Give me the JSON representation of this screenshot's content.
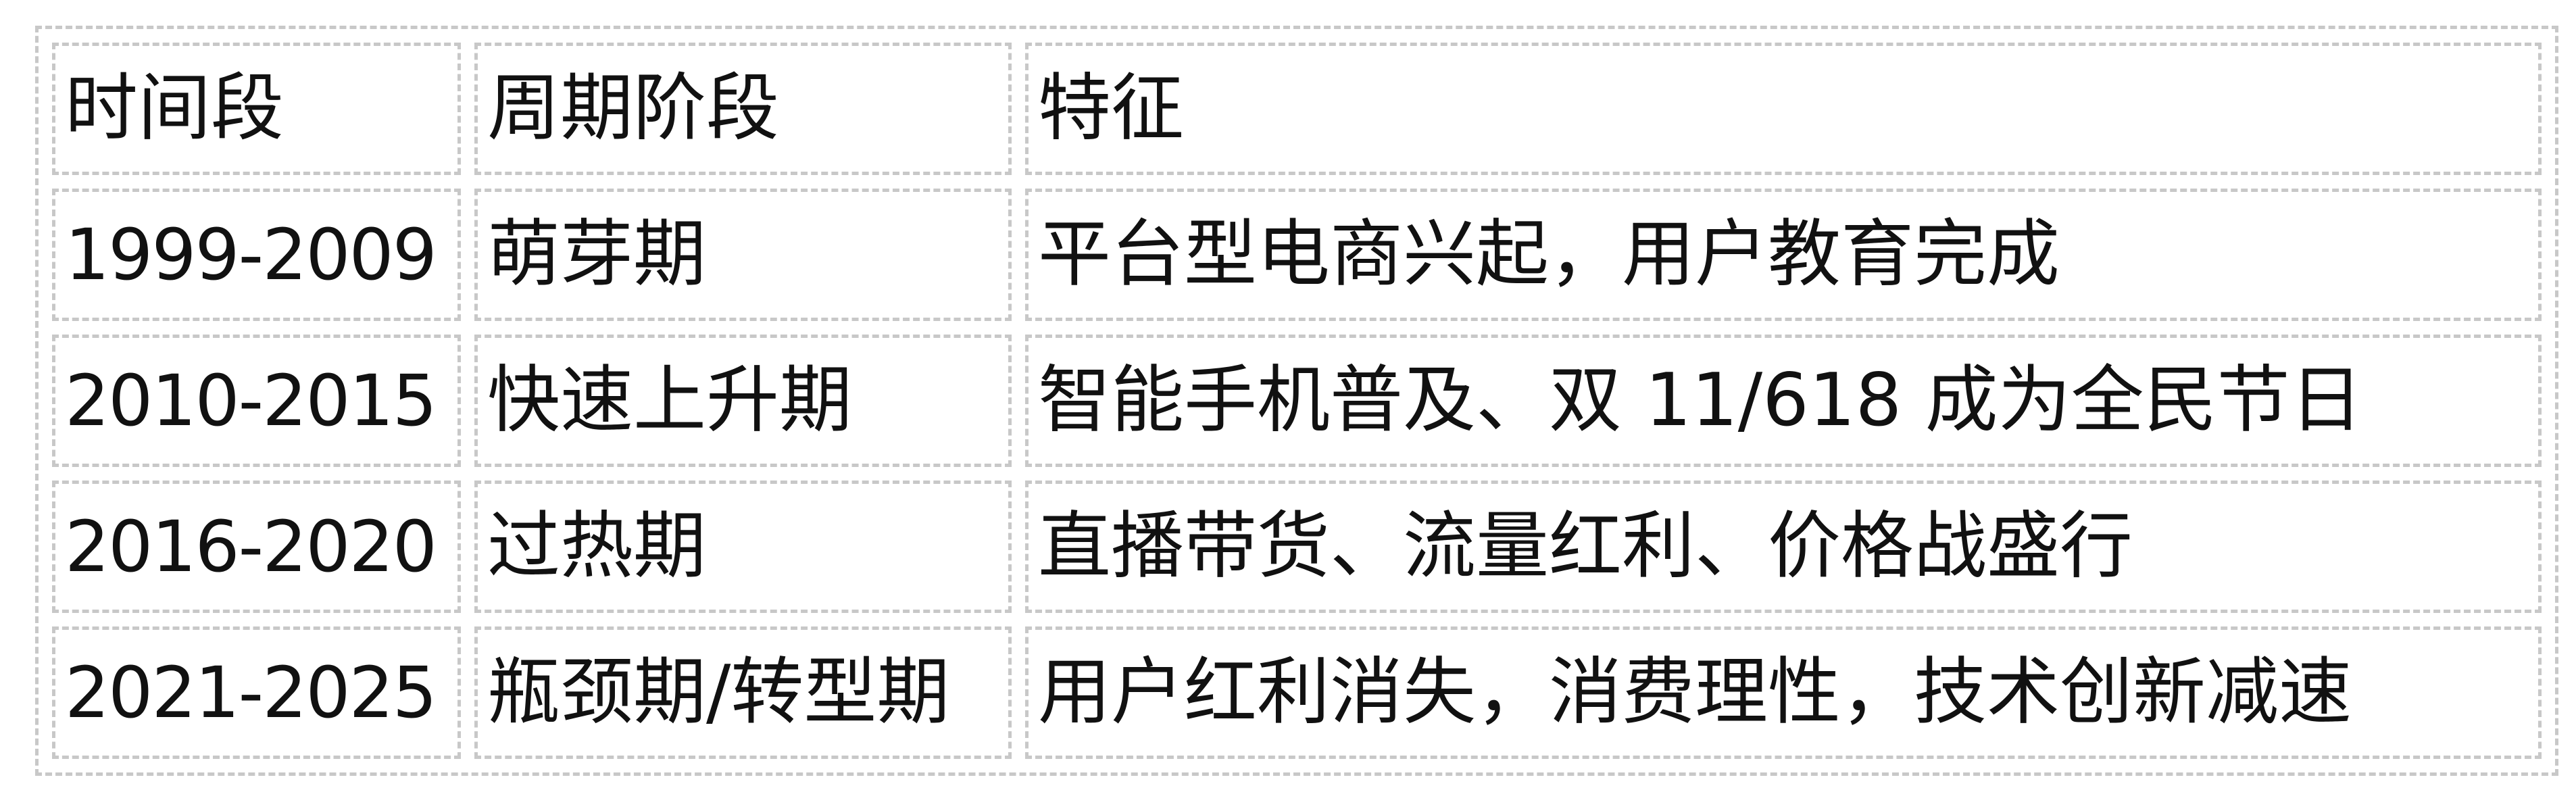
{
  "table": {
    "header": [
      "时间段",
      "周期阶段",
      "特征"
    ],
    "rows": [
      [
        "1999-2009",
        "萌芽期",
        "平台型电商兴起，用户教育完成"
      ],
      [
        "2010-2015",
        "快速上升期",
        "智能手机普及、双 11/618 成为全民节日"
      ],
      [
        "2016-2020",
        "过热期",
        "直播带货、流量红利、价格战盛行"
      ],
      [
        "2021-2025",
        "瓶颈期/转型期",
        "用户红利消失，消费理性，技术创新减速"
      ]
    ]
  }
}
